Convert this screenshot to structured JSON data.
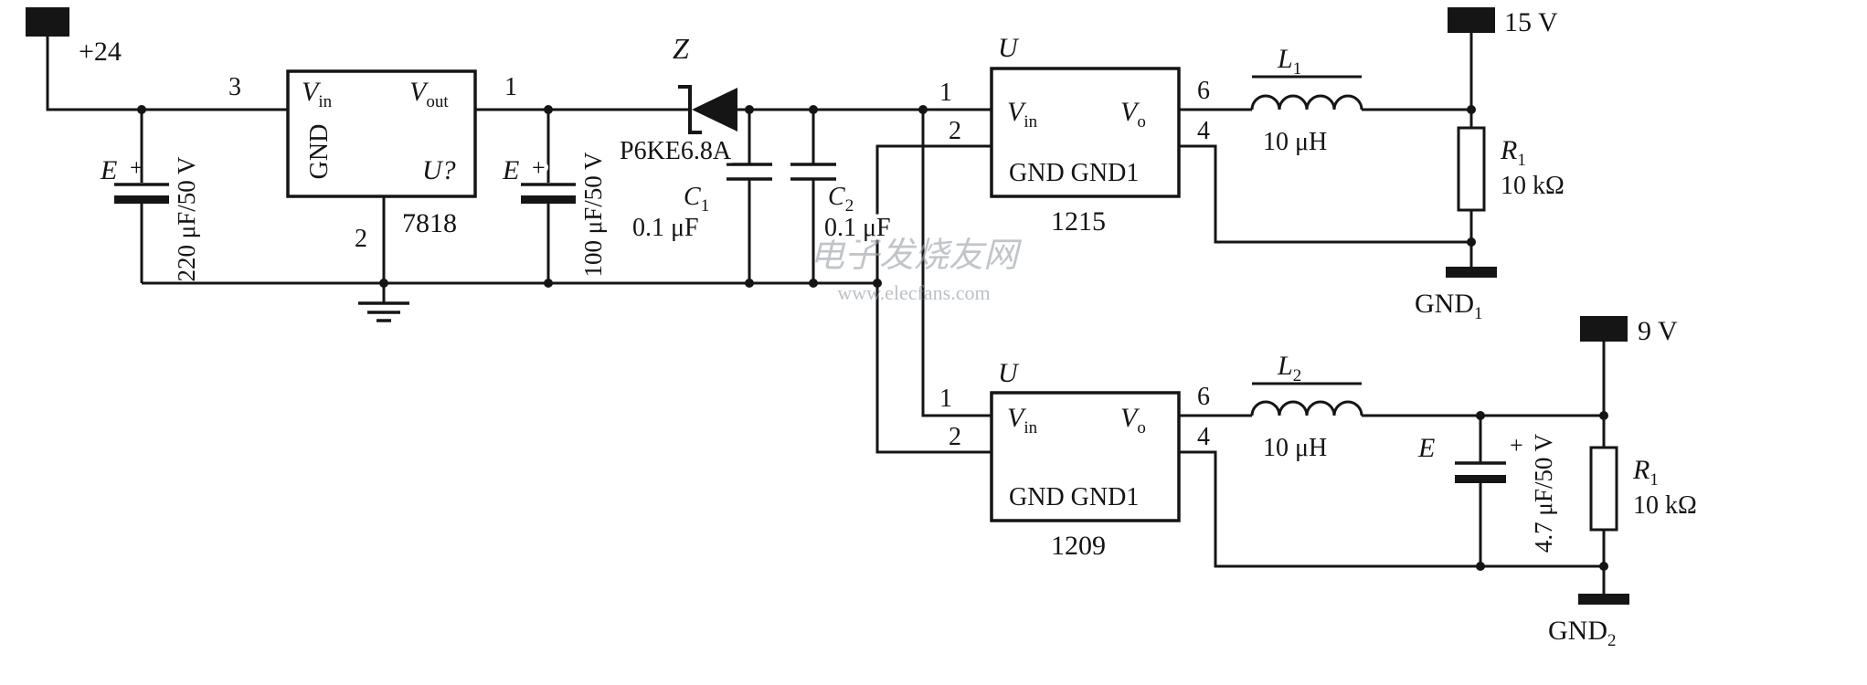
{
  "watermark": {
    "line1": "电子发烧友网",
    "line2": "www.elecfans.com"
  },
  "input": {
    "terminal_label": "+24"
  },
  "cap_e1": {
    "ref": "E",
    "polarity": "+",
    "value": "220 μF/50 V"
  },
  "regulator": {
    "pin3": "3",
    "pin1": "1",
    "pin2": "2",
    "vin": {
      "main": "V",
      "sub": "in"
    },
    "vout": {
      "main": "V",
      "sub": "out"
    },
    "gnd": "GND",
    "designator": "U?",
    "part": "7818"
  },
  "cap_e2": {
    "ref": "E",
    "polarity": "+",
    "value": "100 μF/50 V"
  },
  "tvs": {
    "ref": "Z",
    "part": "P6KE6.8A"
  },
  "cap_c1": {
    "ref": {
      "main": "C",
      "sub": "1"
    },
    "value": "0.1 μF"
  },
  "cap_c2": {
    "ref": {
      "main": "C",
      "sub": "2"
    },
    "value": "0.1 μF"
  },
  "module1": {
    "ref": "U",
    "part": "1215",
    "pin1": "1",
    "pin2": "2",
    "pin6": "6",
    "pin4": "4",
    "vin": {
      "main": "V",
      "sub": "in"
    },
    "vo": {
      "main": "V",
      "sub": "o"
    },
    "gnd_row": "GND GND1"
  },
  "inductor1": {
    "ref": {
      "main": "L",
      "sub": "1"
    },
    "value": "10 μH"
  },
  "output1": {
    "voltage": "15 V",
    "resistor": {
      "ref": {
        "main": "R",
        "sub": "1"
      },
      "value": "10 kΩ"
    },
    "ground": {
      "main": "GND",
      "sub": "1"
    }
  },
  "module2": {
    "ref": "U",
    "part": "1209",
    "pin1": "1",
    "pin2": "2",
    "pin6": "6",
    "pin4": "4",
    "vin": {
      "main": "V",
      "sub": "in"
    },
    "vo": {
      "main": "V",
      "sub": "o"
    },
    "gnd_row": "GND GND1"
  },
  "inductor2": {
    "ref": {
      "main": "L",
      "sub": "2"
    },
    "value": "10 μH"
  },
  "cap_e3": {
    "ref": "E",
    "polarity": "+",
    "value": "4.7 μF/50 V"
  },
  "output2": {
    "voltage": "9 V",
    "resistor": {
      "ref": {
        "main": "R",
        "sub": "1"
      },
      "value": "10 kΩ"
    },
    "ground": {
      "main": "GND",
      "sub": "2"
    }
  }
}
